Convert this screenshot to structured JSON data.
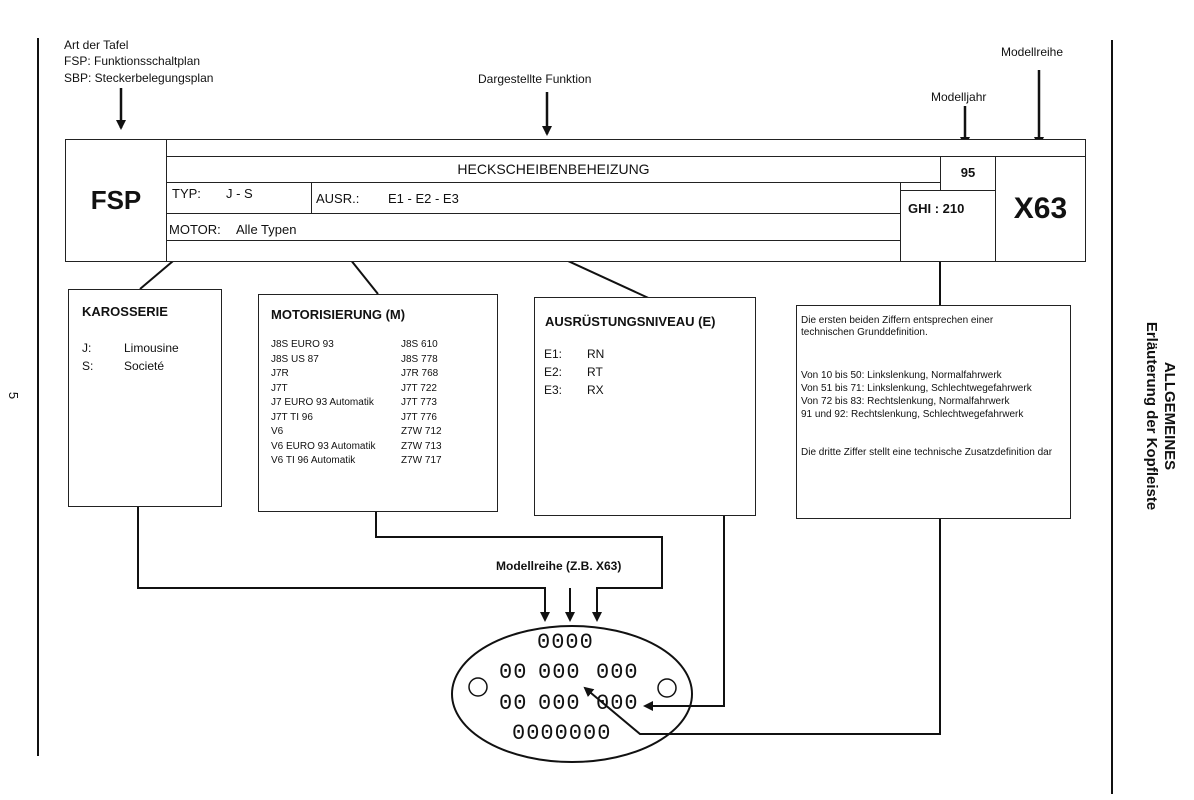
{
  "page_number": "5",
  "side_title": {
    "line1": "ALLGEMEINES",
    "line2": "Erläuterung der Kopfleiste"
  },
  "top_labels": {
    "art_line1": "Art der Tafel",
    "art_line2": "FSP: Funktionsschaltplan",
    "art_line3": "SBP: Steckerbelegungsplan",
    "funktion": "Dargestellte Funktion",
    "modelljahr": "Modelljahr",
    "modellreihe": "Modellreihe"
  },
  "header": {
    "code": "FSP",
    "function_name": "HECKSCHEIBENBEHEIZUNG",
    "year": "95",
    "typ_label": "TYP:",
    "typ_value": "J - S",
    "ausr_label": "AUSR.:",
    "ausr_value": "E1 - E2 - E3",
    "motor_label": "MOTOR:",
    "motor_value": "Alle Typen",
    "ghi_label": "GHI : 210",
    "series": "X63"
  },
  "karosserie": {
    "title": "KAROSSERIE",
    "items": [
      {
        "code": "J:",
        "name": "Limousine"
      },
      {
        "code": "S:",
        "name": "Societé"
      }
    ]
  },
  "motorisierung": {
    "title": "MOTORISIERUNG (M)",
    "items": [
      {
        "name": "J8S EURO 93",
        "code": "J8S 610"
      },
      {
        "name": "J8S US 87",
        "code": "J8S 778"
      },
      {
        "name": "J7R",
        "code": "J7R 768"
      },
      {
        "name": "J7T",
        "code": "J7T 722"
      },
      {
        "name": "J7 EURO 93 Automatik",
        "code": "J7T 773"
      },
      {
        "name": "J7T TI 96",
        "code": "J7T 776"
      },
      {
        "name": "V6",
        "code": "Z7W 712"
      },
      {
        "name": "V6 EURO 93 Automatik",
        "code": "Z7W 713"
      },
      {
        "name": "V6 TI 96 Automatik",
        "code": "Z7W 717"
      }
    ]
  },
  "ausruestung": {
    "title": "AUSRÜSTUNGSNIVEAU (E)",
    "items": [
      {
        "code": "E1:",
        "name": "RN"
      },
      {
        "code": "E2:",
        "name": "RT"
      },
      {
        "code": "E3:",
        "name": "RX"
      }
    ]
  },
  "ghi_info": {
    "intro": "Die ersten beiden Ziffern entsprechen einer technischen Grunddefinition.",
    "ranges": [
      "Von 10 bis 50: Linkslenkung, Normalfahrwerk",
      "Von 51 bis 71: Linkslenkung, Schlechtwegefahrwerk",
      "Von 72 bis 83: Rechtslenkung, Normalfahrwerk",
      "91 und 92: Rechtslenkung, Schlechtwegefahrwerk"
    ],
    "third": "Die dritte Ziffer stellt eine technische Zusatzdefinition dar"
  },
  "plate": {
    "label": "Modellreihe (Z.B. X63)",
    "row1": "0000",
    "row2a": "00",
    "row2b": "000",
    "row2c": "000",
    "row3a": "00",
    "row3b": "000",
    "row3c": "000",
    "row4": "0000000"
  }
}
